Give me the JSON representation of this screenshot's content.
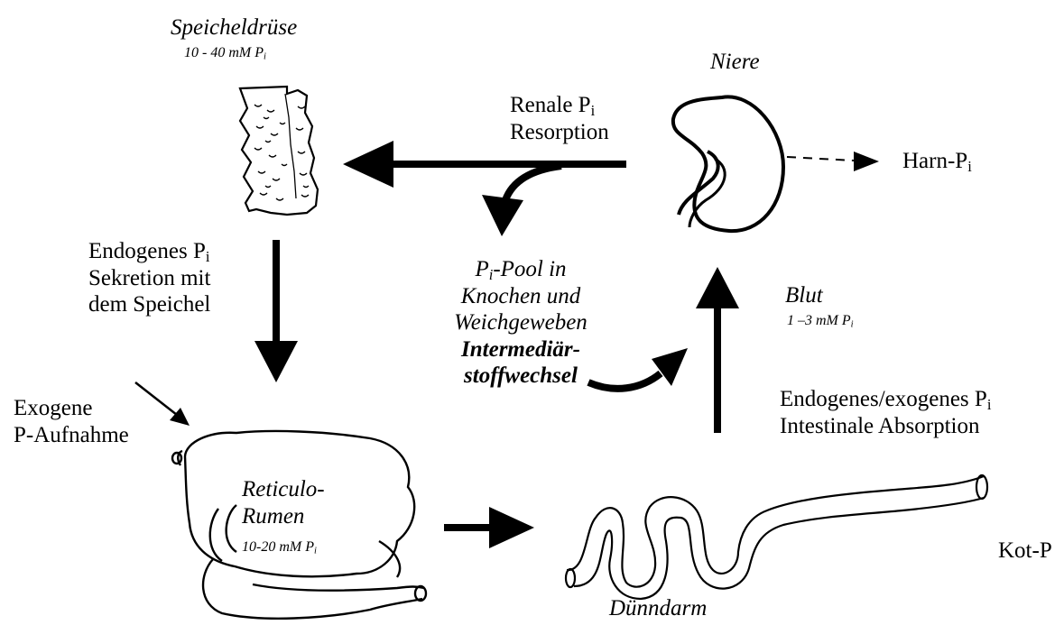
{
  "colors": {
    "ink": "#000000",
    "background": "#ffffff"
  },
  "speicheldruese": {
    "name": "Speicheldrüse",
    "conc_prefix": "10 - 40 mM P",
    "conc_sub": "i"
  },
  "niere": {
    "name": "Niere"
  },
  "renale": {
    "line1_prefix": "Renale P",
    "line1_sub": "i",
    "line2": "Resorption"
  },
  "harn": {
    "prefix": "Harn-P",
    "sub": "i"
  },
  "endogenes_sekretion": {
    "line1_prefix": "Endogenes P",
    "line1_sub": "i",
    "line2": "Sekretion mit",
    "line3": "dem Speichel"
  },
  "pool": {
    "line1_prefix": "P",
    "line1_sub": "i",
    "line1_suffix": "-Pool in",
    "line2": "Knochen und",
    "line3": "Weichgeweben",
    "line4": "Intermediär-",
    "line5": "stoffwechsel"
  },
  "blut": {
    "name": "Blut",
    "conc_prefix": "1 –3 mM  P",
    "conc_sub": "i"
  },
  "exogene": {
    "line1": "Exogene",
    "line2": "P-Aufnahme"
  },
  "intestinal": {
    "line1_prefix": "Endogenes/exogenes P",
    "line1_sub": "i",
    "line2": "Intestinale Absorption"
  },
  "reticulo": {
    "line1": "Reticulo-",
    "line2": "Rumen",
    "conc_prefix": "10-20 mM P",
    "conc_sub": "i"
  },
  "kot": {
    "label": "Kot-P"
  },
  "duenndarm": {
    "name": "Dünndarm"
  },
  "icons": [
    "salivary-gland-icon",
    "kidney-icon",
    "rumen-icon",
    "intestine-icon"
  ]
}
